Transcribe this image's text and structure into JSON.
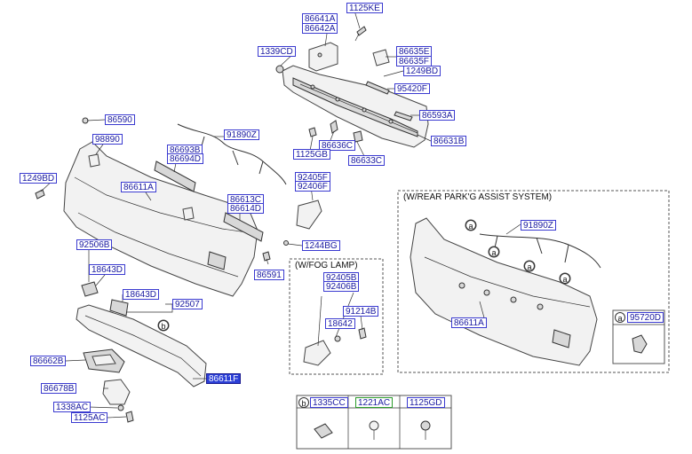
{
  "parts": {
    "p1125KE": "1125KE",
    "p86641A": "86641A",
    "p86642A": "86642A",
    "p1339CD": "1339CD",
    "p86635E": "86635E",
    "p86635F": "86635F",
    "p1249BD_top": "1249BD",
    "p95420F": "95420F",
    "p86593A": "86593A",
    "p86631B": "86631B",
    "p86636C": "86636C",
    "p1125GB": "1125GB",
    "p86633C": "86633C",
    "p86590": "86590",
    "p98890": "98890",
    "p91890Z": "91890Z",
    "p86693B": "86693B",
    "p86694D": "86694D",
    "p1249BD_left": "1249BD",
    "p86611A": "86611A",
    "p92405F": "92405F",
    "p92406F": "92406F",
    "p86613C": "86613C",
    "p86614D": "86614D",
    "p1244BG": "1244BG",
    "p92506B": "92506B",
    "p18643D_a": "18643D",
    "p86591": "86591",
    "p18643D_b": "18643D",
    "p92507": "92507",
    "p86662B": "86662B",
    "p86611F": "86611F",
    "p86678B": "86678B",
    "p1338AC": "1338AC",
    "p1125AC": "1125AC",
    "fog_92405B": "92405B",
    "fog_92406B": "92406B",
    "fog_91214B": "91214B",
    "fog_18642": "18642",
    "rp_91890Z": "91890Z",
    "rp_86611A": "86611A",
    "rp_95720D": "95720D",
    "t_1335CC": "1335CC",
    "t_1221AC": "1221AC",
    "t_1125GD": "1125GD"
  },
  "captions": {
    "fog_lamp": "(W/FOG LAMP)",
    "rear_park": "(W/REAR PARK'G ASSIST SYSTEM)"
  },
  "letters": {
    "a": "a",
    "b": "b"
  },
  "colors": {
    "label_border": "#3a3ad0",
    "label_text": "#1a1aa0",
    "highlight_bg": "#2b3fd6",
    "green_border": "#2a9a2a"
  }
}
